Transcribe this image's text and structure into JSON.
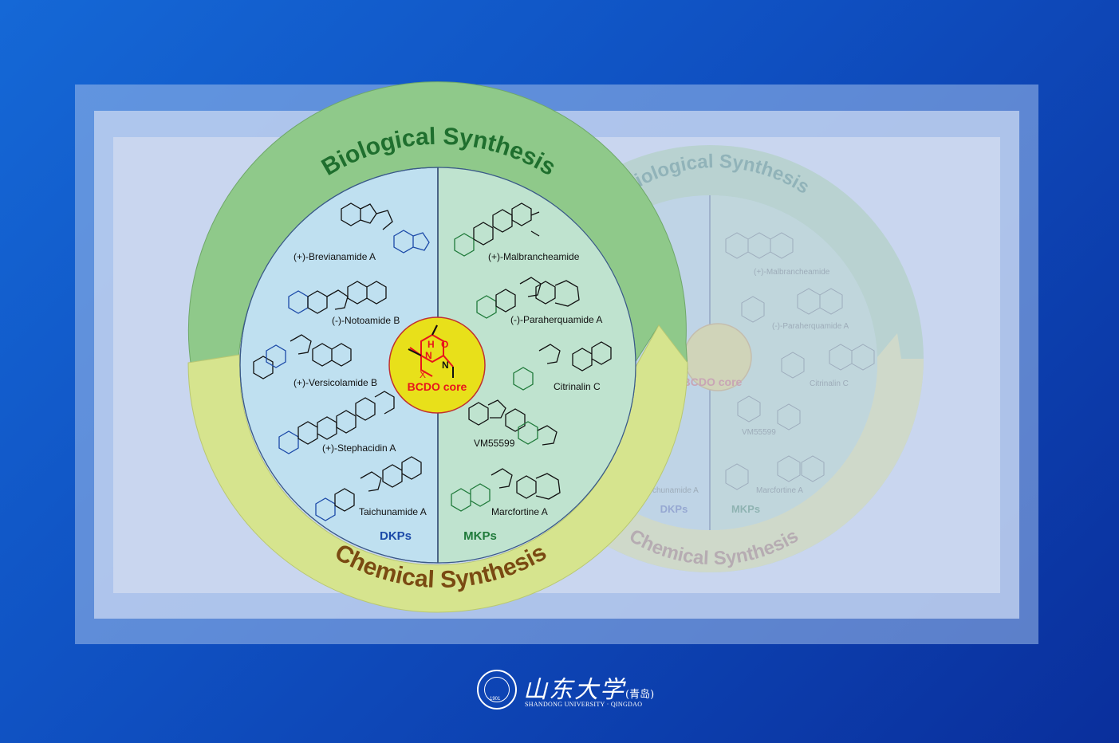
{
  "outer_ring": {
    "top_label": "Biological Synthesis",
    "bottom_label": "Chemical Synthesis"
  },
  "core": {
    "label": "BCDO core",
    "atom_x": "X"
  },
  "left_panel": {
    "group_label": "DKPs",
    "compounds": [
      "(+)-Brevianamide A",
      "(-)-Notoamide B",
      "(+)-Versicolamide B",
      "(+)-Stephacidin A",
      "Taichunamide A"
    ]
  },
  "right_panel": {
    "group_label": "MKPs",
    "compounds": [
      "(+)-Malbrancheamide",
      "(-)-Paraherquamide A",
      "Citrinalin C",
      "VM55599",
      "Marcfortine A"
    ]
  },
  "ghost": {
    "top_label": "Biological Synthesis",
    "bottom_label": "Chemical Synthesis",
    "core_label": "BCDO core",
    "left_group": "DKPs",
    "right_group": "MKPs",
    "compounds": [
      "(+)-Malbrancheamide",
      "(-)-Paraherquamide A",
      "Citrinalin C",
      "VM55599",
      "Marcfortine A",
      "chunamide A"
    ]
  },
  "logo": {
    "chinese": "山东大学",
    "chinese_suffix": "(青岛)",
    "english": "SHANDONG UNIVERSITY · QINGDAO",
    "year": "1901"
  },
  "colors": {
    "bio_ring": "#8fc98a",
    "chem_ring": "#d6e48e",
    "dkp_panel": "#bfe0f0",
    "mkp_panel": "#bfe3cf",
    "core_fill": "#e8e01a",
    "core_text": "#e8141c",
    "dkp_text": "#1c4aa8",
    "mkp_text": "#1f7a3a",
    "bio_text": "#1f6f2e",
    "chem_text": "#7a4a12"
  }
}
